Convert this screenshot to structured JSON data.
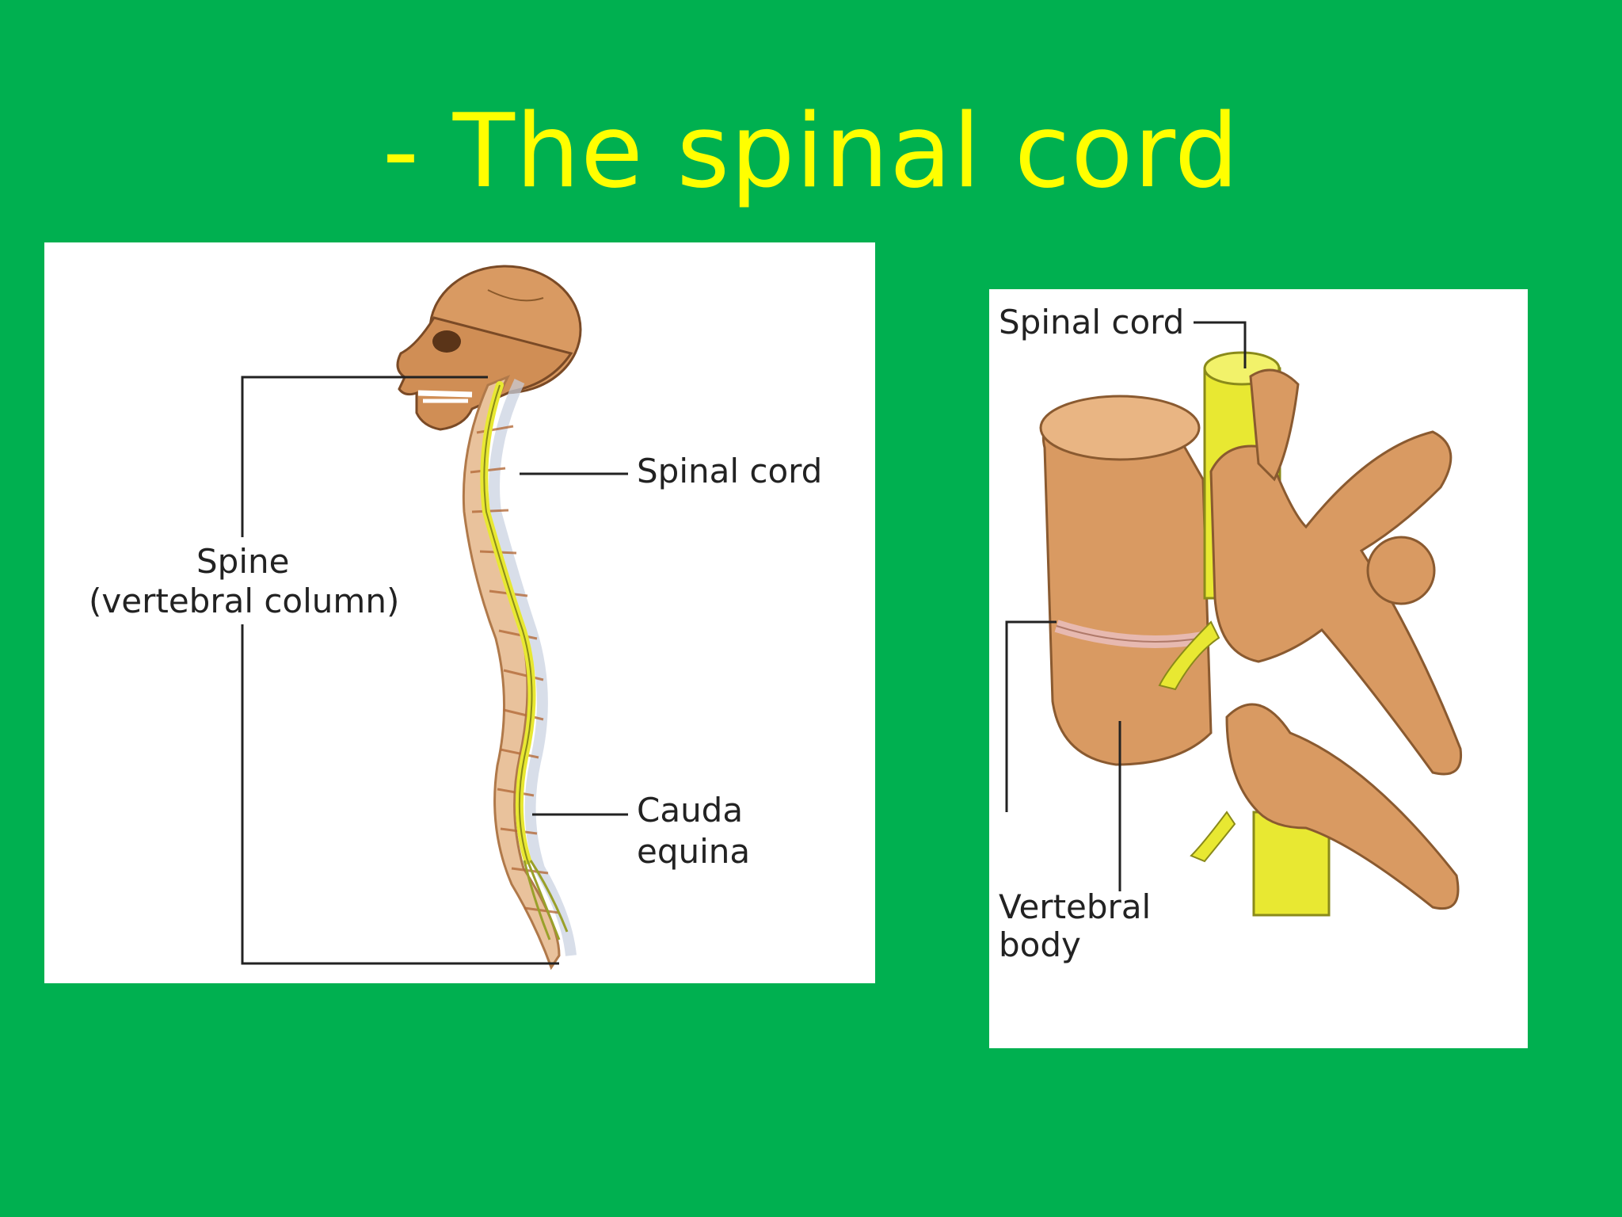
{
  "title": "- The spinal cord",
  "left_figure": {
    "labels": {
      "spinal_cord": "Spinal cord",
      "spine": "Spine",
      "spine_sub": "(vertebral column)",
      "cauda": "Cauda",
      "equina": "equina"
    }
  },
  "right_figure": {
    "labels": {
      "spinal_cord": "Spinal cord",
      "vertebral": "Vertebral",
      "body": "body"
    }
  },
  "colors": {
    "background": "#00b050",
    "title": "#ffff00",
    "bone": "#d99a62",
    "cord": "#e8e832"
  }
}
